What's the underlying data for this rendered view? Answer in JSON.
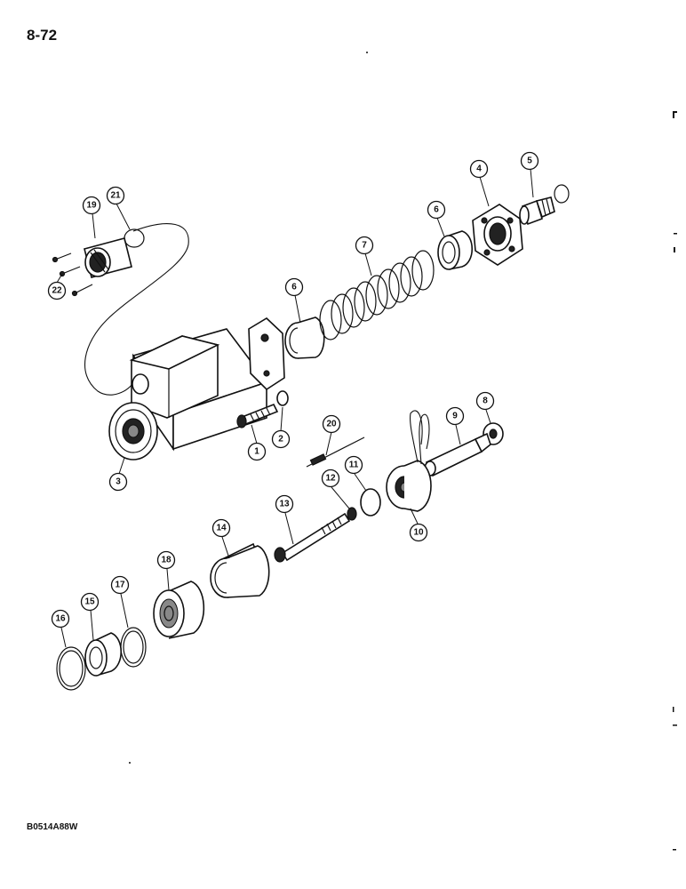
{
  "page": {
    "page_number": "8-72",
    "figure_code": "B0514A88W"
  },
  "callouts": [
    {
      "id": "c1",
      "label": "1"
    },
    {
      "id": "c2",
      "label": "2"
    },
    {
      "id": "c3",
      "label": "3"
    },
    {
      "id": "c4",
      "label": "4"
    },
    {
      "id": "c5",
      "label": "5"
    },
    {
      "id": "c6a",
      "label": "6"
    },
    {
      "id": "c6b",
      "label": "6"
    },
    {
      "id": "c7",
      "label": "7"
    },
    {
      "id": "c8",
      "label": "8"
    },
    {
      "id": "c9",
      "label": "9"
    },
    {
      "id": "c10",
      "label": "10"
    },
    {
      "id": "c11",
      "label": "11"
    },
    {
      "id": "c12",
      "label": "12"
    },
    {
      "id": "c13",
      "label": "13"
    },
    {
      "id": "c14",
      "label": "14"
    },
    {
      "id": "c15",
      "label": "15"
    },
    {
      "id": "c16",
      "label": "16"
    },
    {
      "id": "c17",
      "label": "17"
    },
    {
      "id": "c18",
      "label": "18"
    },
    {
      "id": "c19",
      "label": "19"
    },
    {
      "id": "c20",
      "label": "20"
    },
    {
      "id": "c21",
      "label": "21"
    },
    {
      "id": "c22",
      "label": "22"
    }
  ]
}
